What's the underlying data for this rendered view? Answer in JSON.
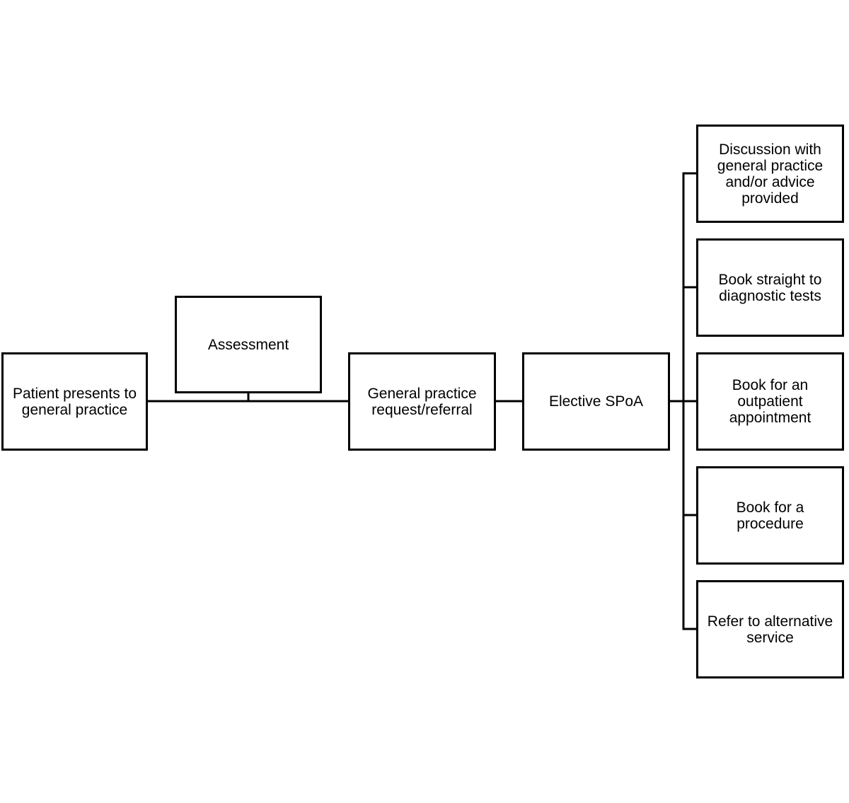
{
  "diagram": {
    "nodes": {
      "patient": "Patient presents to\ngeneral practice",
      "assessment": "Assessment",
      "referral": "General practice\nrequest/referral",
      "spoa": "Elective SPoA",
      "discussion": "Discussion with\ngeneral practice\nand/or advice\nprovided",
      "diagnostic": "Book straight to\ndiagnostic tests",
      "outpatient": "Book for an\noutpatient\nappointment",
      "procedure": "Book for a\nprocedure",
      "alternative": "Refer to alternative\nservice"
    },
    "edges": [
      {
        "from": "patient",
        "to": "referral"
      },
      {
        "from": "assessment",
        "to": "patient-referral-link"
      },
      {
        "from": "referral",
        "to": "spoa"
      },
      {
        "from": "spoa",
        "to": "discussion"
      },
      {
        "from": "spoa",
        "to": "diagnostic"
      },
      {
        "from": "spoa",
        "to": "outpatient"
      },
      {
        "from": "spoa",
        "to": "procedure"
      },
      {
        "from": "spoa",
        "to": "alternative"
      }
    ],
    "colors": {
      "line": "#000000",
      "box_fill": "#ffffff",
      "text": "#000000"
    }
  }
}
